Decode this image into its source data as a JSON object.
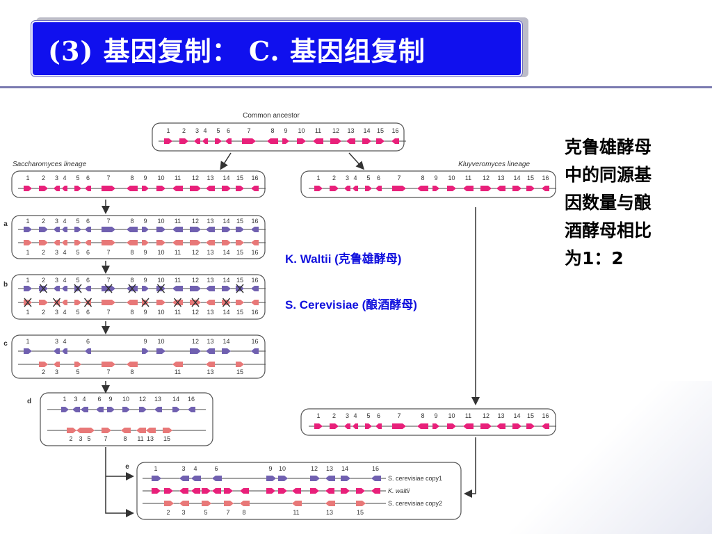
{
  "slide": {
    "title": "(3) 基因复制： C. 基因组复制",
    "note_lines": [
      "克鲁雄酵母",
      "中的同源基",
      "因数量与酿",
      "酒酵母相比",
      "为1：2"
    ],
    "label_waltii": "K. Waltii (克鲁雄酵母)",
    "label_cerevisiae": "S. Cerevisiae (酿酒酵母)"
  },
  "diagram": {
    "common_ancestor": "Common ancestor",
    "saccharomyces_lineage": "Saccharomyces lineage",
    "kluyveromyces_lineage": "Kluyveromyces lineage",
    "panel_labels": [
      "a",
      "b",
      "c",
      "d",
      "e"
    ],
    "gene_numbers": [
      "1",
      "2",
      "3",
      "4",
      "5",
      "6",
      "7",
      "8",
      "9",
      "10",
      "11",
      "12",
      "13",
      "14",
      "15",
      "16"
    ],
    "retained_top_c": [
      "1",
      "3",
      "4",
      "6",
      "9",
      "10",
      "12",
      "13",
      "14",
      "16"
    ],
    "retained_bottom_c": [
      "2",
      "3",
      "5",
      "7",
      "8",
      "11",
      "13",
      "15"
    ],
    "e_labels": [
      "S. cerevisiae copy1",
      "K. waltii",
      "S. cerevisiae copy2"
    ],
    "colors": {
      "gene_pink": "#e8207a",
      "gene_purple": "#7060b0",
      "gene_salmon": "#e87878",
      "link_lilac": "#b4b0e0",
      "title_blue": "#1010ee",
      "label_blue": "#1010dd"
    }
  }
}
